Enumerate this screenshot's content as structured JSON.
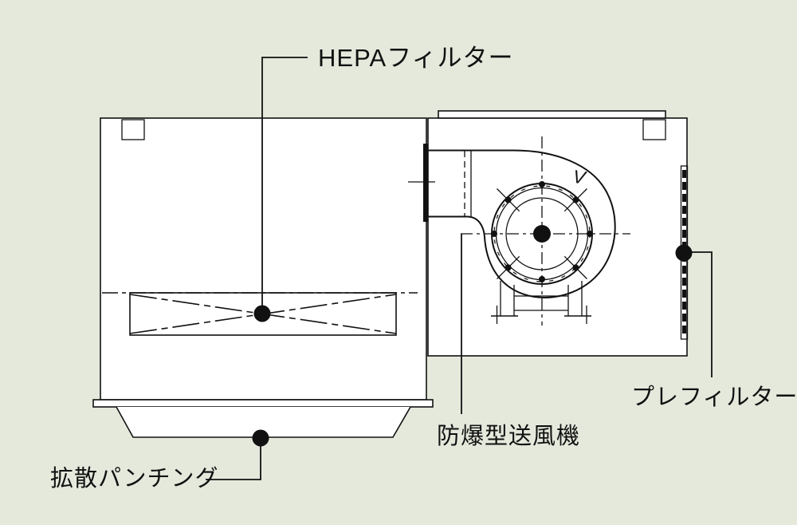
{
  "colors": {
    "background": "#e5e9dc",
    "ink": "#111111",
    "paper": "#ffffff"
  },
  "diagram": {
    "labels": {
      "hepa_filter": "HEPAフィルター",
      "pre_filter": "プレフィルター",
      "blower": "防爆型送風機",
      "diffusion_punching": "拡散パンチング"
    },
    "marks": {
      "v_mark": "V"
    }
  }
}
